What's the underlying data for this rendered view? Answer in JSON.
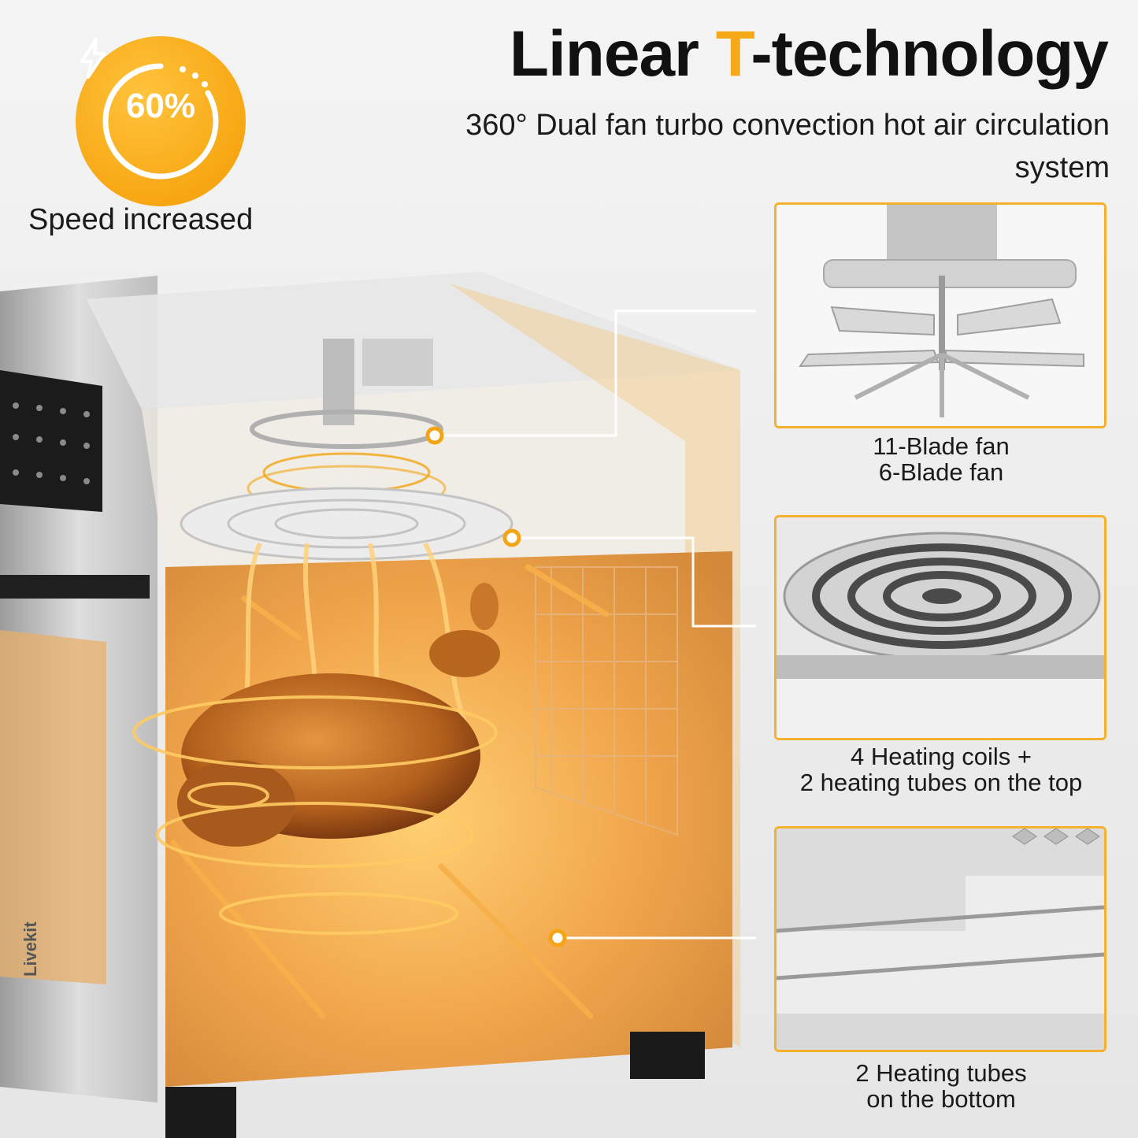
{
  "headline": {
    "prefix": "Linear ",
    "accent": "T",
    "suffix": "-technology",
    "accent_color": "#f5a818"
  },
  "subtitle": "360° Dual fan turbo convection hot air circulation system",
  "badge": {
    "value": "60%",
    "caption": "Speed increased",
    "color": "#f7a713",
    "icon": "lightning-bolt-icon"
  },
  "brand": "Livekit",
  "features": [
    {
      "line1": "11-Blade fan",
      "line2": "6-Blade fan"
    },
    {
      "line1": "4 Heating coils +",
      "line2": "2 heating tubes on the top"
    },
    {
      "line1": "2 Heating tubes",
      "line2": "on the bottom"
    }
  ],
  "colors": {
    "panel_border": "#f5b02e",
    "glow": "#f6a21a",
    "steel": "#c9c9c9"
  }
}
